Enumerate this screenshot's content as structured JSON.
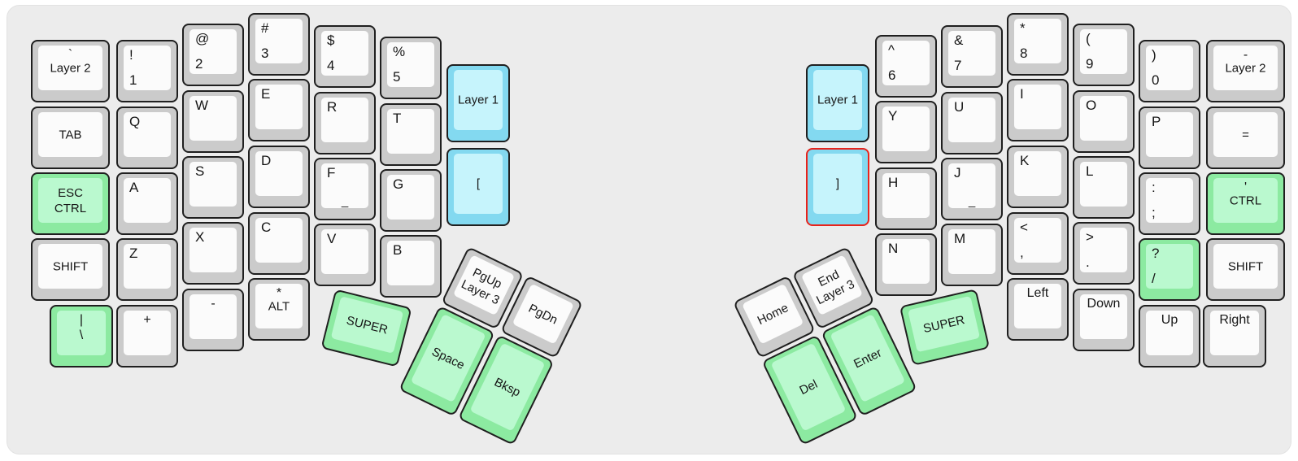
{
  "palette": {
    "panel_background": "#ececec",
    "key_default": "#cbcbcb",
    "key_face": "#fbfbfb",
    "key_green": "#8ceaa1",
    "key_green_face": "#baf9cf",
    "key_blue": "#83d9f0",
    "key_blue_face": "#c6f4fc",
    "highlight_outline": "#e8231b",
    "key_border": "#1f1f1f"
  },
  "keyboard": {
    "keys": [
      {
        "name": "key-grave-layer2",
        "color": "default",
        "labels": {
          "tc": [
            "`"
          ],
          "mc": [
            "Layer 2"
          ]
        }
      },
      {
        "name": "key-tab",
        "color": "default",
        "labels": {
          "mc": [
            "TAB"
          ]
        }
      },
      {
        "name": "key-esc-ctrl",
        "color": "green",
        "labels": {
          "mc": [
            "ESC",
            "CTRL"
          ]
        }
      },
      {
        "name": "key-shift-left",
        "color": "default",
        "labels": {
          "mc": [
            "SHIFT"
          ]
        }
      },
      {
        "name": "key-pipe-backslash",
        "color": "green",
        "labels": {
          "tc": [
            "|",
            "\\"
          ]
        }
      },
      {
        "name": "key-exclam-1",
        "color": "default",
        "labels": {
          "tl": "!",
          "bl": "1"
        }
      },
      {
        "name": "key-q",
        "color": "default",
        "labels": {
          "tl": "Q"
        }
      },
      {
        "name": "key-a",
        "color": "default",
        "labels": {
          "tl": "A"
        }
      },
      {
        "name": "key-z",
        "color": "default",
        "labels": {
          "tl": "Z"
        }
      },
      {
        "name": "key-plus",
        "color": "default",
        "labels": {
          "tc": [
            "+"
          ]
        }
      },
      {
        "name": "key-at-2",
        "color": "default",
        "labels": {
          "tl": "@",
          "bl": "2"
        }
      },
      {
        "name": "key-w",
        "color": "default",
        "labels": {
          "tl": "W"
        }
      },
      {
        "name": "key-s",
        "color": "default",
        "labels": {
          "tl": "S"
        }
      },
      {
        "name": "key-x",
        "color": "default",
        "labels": {
          "tl": "X"
        }
      },
      {
        "name": "key-minus-left",
        "color": "default",
        "labels": {
          "tc": [
            "-"
          ]
        }
      },
      {
        "name": "key-hash-3",
        "color": "default",
        "labels": {
          "tl": "#",
          "bl": "3"
        }
      },
      {
        "name": "key-e",
        "color": "default",
        "labels": {
          "tl": "E"
        }
      },
      {
        "name": "key-d",
        "color": "default",
        "labels": {
          "tl": "D"
        }
      },
      {
        "name": "key-c",
        "color": "default",
        "labels": {
          "tl": "C"
        }
      },
      {
        "name": "key-asterisk-alt",
        "color": "default",
        "labels": {
          "tc": [
            "*"
          ],
          "mc": [
            "ALT"
          ]
        }
      },
      {
        "name": "key-dollar-4",
        "color": "default",
        "labels": {
          "tl": "$",
          "bl": "4"
        }
      },
      {
        "name": "key-r",
        "color": "default",
        "labels": {
          "tl": "R"
        }
      },
      {
        "name": "key-f",
        "color": "default",
        "labels": {
          "tl": "F",
          "bc": "_"
        }
      },
      {
        "name": "key-v",
        "color": "default",
        "labels": {
          "tl": "V"
        }
      },
      {
        "name": "key-percent-5",
        "color": "default",
        "labels": {
          "tl": "%",
          "bl": "5"
        }
      },
      {
        "name": "key-t",
        "color": "default",
        "labels": {
          "tl": "T"
        }
      },
      {
        "name": "key-g",
        "color": "default",
        "labels": {
          "tl": "G"
        }
      },
      {
        "name": "key-b",
        "color": "default",
        "labels": {
          "tl": "B"
        }
      },
      {
        "name": "key-layer1-left",
        "color": "blue",
        "labels": {
          "mc": [
            "Layer 1"
          ]
        }
      },
      {
        "name": "key-lbracket",
        "color": "blue",
        "labels": {
          "mc": [
            "["
          ]
        }
      },
      {
        "name": "key-pgup-layer3",
        "color": "default",
        "labels": {
          "mc": [
            "PgUp",
            "Layer 3"
          ]
        }
      },
      {
        "name": "key-pgdn",
        "color": "default",
        "labels": {
          "mc": [
            "PgDn"
          ]
        }
      },
      {
        "name": "key-space",
        "color": "green",
        "labels": {
          "mc": [
            "Space"
          ]
        }
      },
      {
        "name": "key-bksp",
        "color": "green",
        "labels": {
          "mc": [
            "Bksp"
          ]
        }
      },
      {
        "name": "key-super-left",
        "color": "green",
        "labels": {
          "mc": [
            "SUPER"
          ]
        }
      },
      {
        "name": "key-layer1-right",
        "color": "blue",
        "labels": {
          "mc": [
            "Layer 1"
          ]
        }
      },
      {
        "name": "key-rbracket",
        "color": "blue",
        "outline": "red",
        "labels": {
          "mc": [
            "]"
          ]
        }
      },
      {
        "name": "key-caret-6",
        "color": "default",
        "labels": {
          "tl": "^",
          "bl": "6"
        }
      },
      {
        "name": "key-y",
        "color": "default",
        "labels": {
          "tl": "Y"
        }
      },
      {
        "name": "key-h",
        "color": "default",
        "labels": {
          "tl": "H"
        }
      },
      {
        "name": "key-n",
        "color": "default",
        "labels": {
          "tl": "N"
        }
      },
      {
        "name": "key-amp-7",
        "color": "default",
        "labels": {
          "tl": "&",
          "bl": "7"
        }
      },
      {
        "name": "key-u",
        "color": "default",
        "labels": {
          "tl": "U"
        }
      },
      {
        "name": "key-j",
        "color": "default",
        "labels": {
          "tl": "J",
          "bc": "_"
        }
      },
      {
        "name": "key-m",
        "color": "default",
        "labels": {
          "tl": "M"
        }
      },
      {
        "name": "key-asterisk-8",
        "color": "default",
        "labels": {
          "tl": "*",
          "bl": "8"
        }
      },
      {
        "name": "key-i",
        "color": "default",
        "labels": {
          "tl": "I"
        }
      },
      {
        "name": "key-k",
        "color": "default",
        "labels": {
          "tl": "K"
        }
      },
      {
        "name": "key-lt-comma",
        "color": "default",
        "labels": {
          "tl": "<",
          "bl": ","
        }
      },
      {
        "name": "key-arrow-left",
        "color": "default",
        "labels": {
          "tc": [
            "Left"
          ]
        }
      },
      {
        "name": "key-lparen-9",
        "color": "default",
        "labels": {
          "tl": "(",
          "bl": "9"
        }
      },
      {
        "name": "key-o",
        "color": "default",
        "labels": {
          "tl": "O"
        }
      },
      {
        "name": "key-l",
        "color": "default",
        "labels": {
          "tl": "L"
        }
      },
      {
        "name": "key-gt-period",
        "color": "default",
        "labels": {
          "tl": ">",
          "bl": "."
        }
      },
      {
        "name": "key-arrow-down",
        "color": "default",
        "labels": {
          "tc": [
            "Down"
          ]
        }
      },
      {
        "name": "key-rparen-0",
        "color": "default",
        "labels": {
          "tl": ")",
          "bl": "0"
        }
      },
      {
        "name": "key-p",
        "color": "default",
        "labels": {
          "tl": "P"
        }
      },
      {
        "name": "key-colon-semicolon",
        "color": "default",
        "labels": {
          "tl": ":",
          "bl": ";"
        }
      },
      {
        "name": "key-question-slash",
        "color": "green",
        "labels": {
          "tl": "?",
          "bl": "/"
        }
      },
      {
        "name": "key-arrow-up",
        "color": "default",
        "labels": {
          "tc": [
            "Up"
          ]
        }
      },
      {
        "name": "key-minus-layer2",
        "color": "default",
        "labels": {
          "tc": [
            "-"
          ],
          "mc": [
            "Layer 2"
          ]
        }
      },
      {
        "name": "key-equals",
        "color": "default",
        "labels": {
          "mc": [
            "="
          ]
        }
      },
      {
        "name": "key-quote-ctrl",
        "color": "green",
        "labels": {
          "tc": [
            "'"
          ],
          "mc": [
            "CTRL"
          ]
        }
      },
      {
        "name": "key-shift-right",
        "color": "default",
        "labels": {
          "mc": [
            "SHIFT"
          ]
        }
      },
      {
        "name": "key-arrow-right",
        "color": "default",
        "labels": {
          "tc": [
            "Right"
          ]
        }
      },
      {
        "name": "key-home",
        "color": "default",
        "labels": {
          "mc": [
            "Home"
          ]
        }
      },
      {
        "name": "key-end-layer3",
        "color": "default",
        "labels": {
          "mc": [
            "End",
            "Layer 3"
          ]
        }
      },
      {
        "name": "key-del",
        "color": "green",
        "labels": {
          "mc": [
            "Del"
          ]
        }
      },
      {
        "name": "key-enter",
        "color": "green",
        "labels": {
          "mc": [
            "Enter"
          ]
        }
      },
      {
        "name": "key-super-right",
        "color": "green",
        "labels": {
          "mc": [
            "SUPER"
          ]
        }
      }
    ]
  }
}
